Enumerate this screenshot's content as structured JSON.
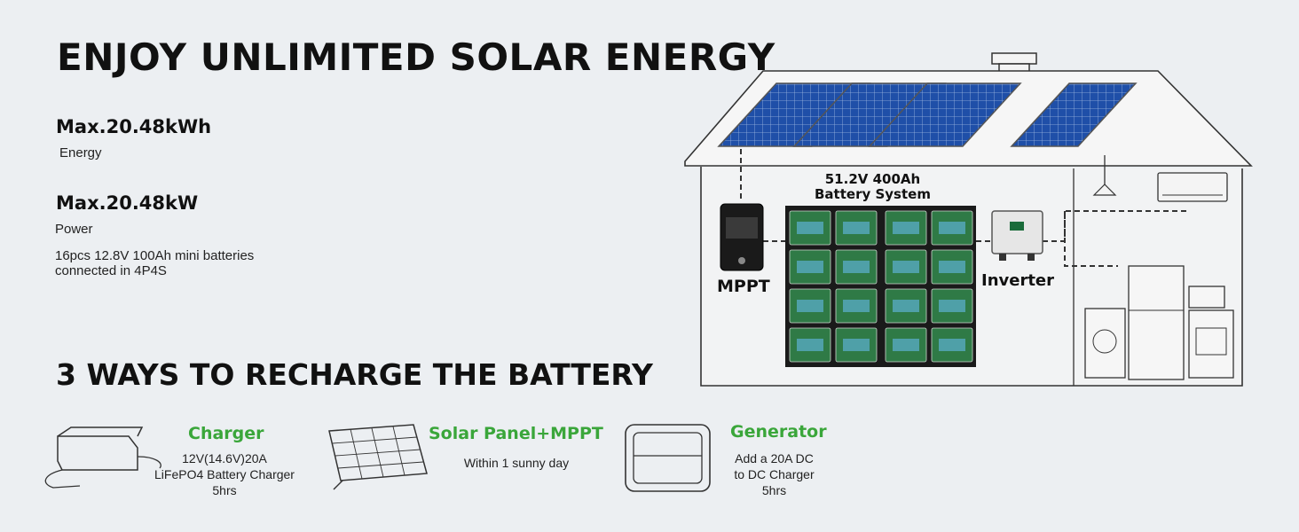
{
  "headline": "ENJOY UNLIMITED SOLAR ENERGY",
  "stats": [
    {
      "value": "Max.20.48kWh",
      "label": "Energy"
    },
    {
      "value": "Max.20.48kW",
      "label": "Power"
    }
  ],
  "note": "16pcs 12.8V 100Ah mini batteries connected in 4P4S",
  "diagram": {
    "battery_system": [
      "51.2V 400Ah",
      "Battery System"
    ],
    "mppt": "MPPT",
    "inverter": "Inverter"
  },
  "recharge": {
    "title": "3 WAYS TO RECHARGE THE BATTERY",
    "methods": [
      {
        "name": "Charger",
        "lines": [
          "12V(14.6V)20A",
          "LiFePO4 Battery Charger",
          "5hrs"
        ]
      },
      {
        "name": "Solar Panel+MPPT",
        "lines": [
          "Within 1 sunny day"
        ]
      },
      {
        "name": "Generator",
        "lines": [
          "Add a 20A DC",
          "to DC Charger",
          "5hrs"
        ]
      }
    ]
  },
  "colors": {
    "accent": "#3aa63a",
    "background": "#eceff2",
    "panel": "#1f4fa8",
    "battery": "#2f7a46"
  }
}
